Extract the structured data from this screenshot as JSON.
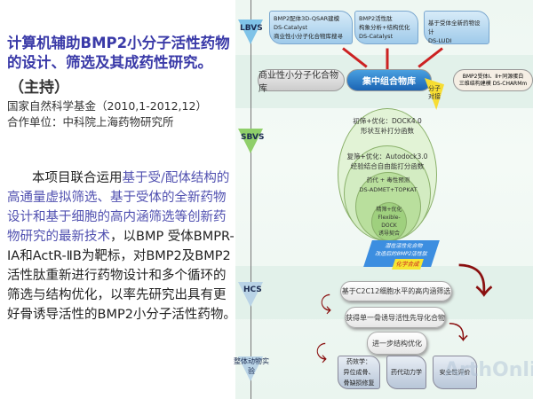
{
  "left": {
    "title": "计算机辅助BMP2小分子活性药物的设计、筛选及其成药性研究。",
    "host": "（主持）",
    "funding": "国家自然科学基金（2010,1-2012,12）",
    "partner": "合作单位：中科院上海药物研究所",
    "body_pre": "本项目联合运用",
    "body_highlight": "基于受/配体结构的高通量虚拟筛选、基于受体的全新药物设计和基于细胞的高内涵筛选等创新药物研究的最新技术",
    "body_post": "，以BMP 受体BMPR-ⅠA和ActR-ⅡB为靶标，对BMP2及BMP2活性肽重新进行药物设计和多个循环的筛选与结构优化，以率先研究出具有更好骨诱导活性的BMP2小分子活性药物。"
  },
  "diagram": {
    "stages": [
      "LBVS",
      "SBVS",
      "HCS",
      "整体动物实验"
    ],
    "top_boxes": [
      [
        "BMP2配体3D-QSAR建模",
        "DS-Catalyst",
        "商业性小分子化合物库搜寻"
      ],
      [
        "BMP2活性肽",
        "构象分析+结构优化",
        "DS-Catalyst"
      ],
      [
        "基于受体全新药物设计",
        "DS-LUDI"
      ]
    ],
    "commercial_lib": "商业性小分子化合物库",
    "focused_lib": "集中组合物库",
    "receptor_box": [
      "BMP2受体Ⅰ、Ⅱ+同源蛋白",
      "三维结构建模 DS-CHARMm"
    ],
    "docking": "分子对接",
    "circles": [
      [
        "初筛+优化：DOCK4.0",
        "形状互补打分函数"
      ],
      [
        "复筛+优化：Autodock3.0",
        "经验结合自由能打分函数"
      ],
      [
        "药代 + 毒性预测",
        "DS-ADMET+TOPKAT"
      ],
      [
        "精筛+优化",
        "Flexible-DOCK",
        "诱导契合"
      ]
    ],
    "parallelogram": [
      "潜在活性化合物",
      "改造后的BMP2活性肽"
    ],
    "synthesis": "化学合成",
    "hcs_steps": [
      "基于C2C12细胞水平的高内涵筛选",
      "获得单一骨诱导活性先导化合物",
      "进一步结构优化"
    ],
    "animal_boxes": [
      [
        "药效学：",
        "异位成骨、",
        "骨缺损修复"
      ],
      [
        "药代动力学"
      ],
      [
        "安全性评价"
      ]
    ],
    "watermark": "ArthOnline"
  }
}
